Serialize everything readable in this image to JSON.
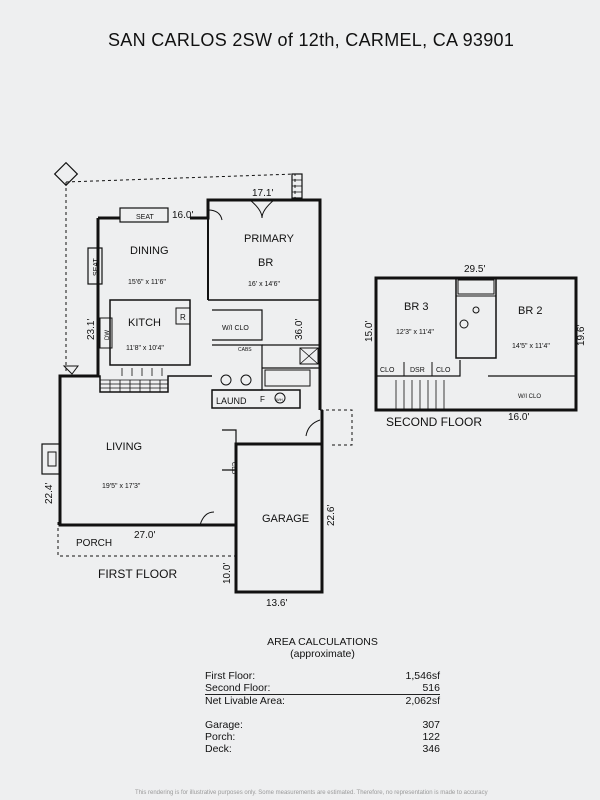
{
  "title": "SAN CARLOS 2SW of 12th, CARMEL, CA  93901",
  "first_floor": {
    "label": "FIRST FLOOR",
    "rooms": {
      "dining": {
        "name": "DINING",
        "size": "15'6\" x 11'6\""
      },
      "primary": {
        "name_line1": "PRIMARY",
        "name_line2": "BR",
        "size": "16' x 14'6\""
      },
      "kitchen": {
        "name": "KITCH",
        "size": "11'8\" x 10'4\""
      },
      "living": {
        "name": "LIVING",
        "size": "19'5\" x 17'3\""
      },
      "garage": {
        "name": "GARAGE"
      },
      "porch": {
        "name": "PORCH"
      },
      "laundry": {
        "name": "LAUND"
      }
    },
    "fixtures": {
      "seat_top": "SEAT",
      "seat_side": "SEAT",
      "dw": "DW",
      "r": "R",
      "wi_clo": "W/I CLO",
      "cabs": "CABS",
      "f": "F",
      "wh": "WH",
      "clo": "CLO"
    },
    "dimensions": {
      "top_deck": "17.1'",
      "dining_width": "16.0'",
      "left_kitchen": "23.1'",
      "right_primary": "36.0'",
      "left_living": "22.4'",
      "porch_width": "27.0'",
      "garage_depth": "22.6'",
      "garage_extra": "10.0'",
      "garage_width": "13.6'"
    }
  },
  "second_floor": {
    "label": "SECOND FLOOR",
    "rooms": {
      "br3": {
        "name": "BR 3",
        "size": "12'3\" x 11'4\""
      },
      "br2": {
        "name": "BR 2",
        "size": "14'5\" x 11'4\""
      }
    },
    "fixtures": {
      "clo_left": "CLO",
      "dsr": "DSR",
      "clo_right": "CLO",
      "wi_clo": "W/I CLO"
    },
    "dimensions": {
      "top": "29.5'",
      "left": "15.0'",
      "right": "19.6'",
      "bottom": "16.0'"
    }
  },
  "area_calculations": {
    "heading": "AREA CALCULATIONS",
    "subheading": "(approximate)",
    "rows": [
      {
        "label": "First  Floor:",
        "value": "1,546sf"
      },
      {
        "label": "Second Floor:",
        "value": "516"
      },
      {
        "label": "Net Livable Area:",
        "value": "2,062sf"
      },
      {
        "label": "Garage:",
        "value": "307"
      },
      {
        "label": "Porch:",
        "value": "122"
      },
      {
        "label": "Deck:",
        "value": "346"
      }
    ]
  },
  "footer": "This rendering is for illustrative purposes only. Some measurements are estimated. Therefore, no representation is made to accuracy"
}
